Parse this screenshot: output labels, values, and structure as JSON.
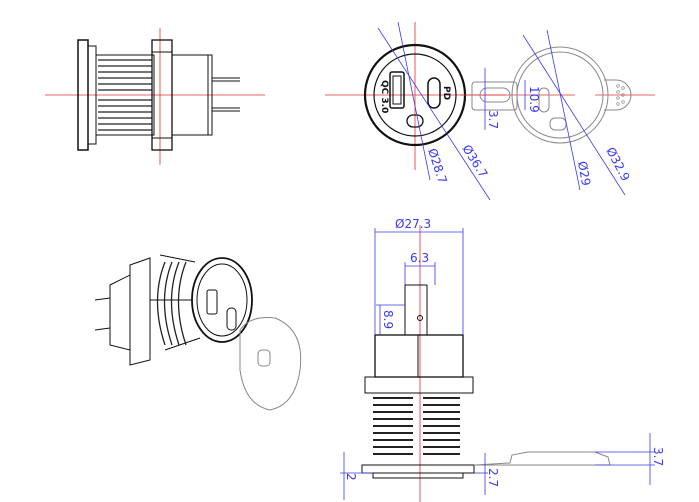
{
  "drawing": {
    "front_view": {
      "qc_label": "QC 3.0",
      "pd_label": "PD"
    },
    "dimensions": {
      "outer_dia": "Ø36.7",
      "inner_dia": "Ø28.7",
      "slot_width": "3.7",
      "slot_length": "10.9",
      "cap_inner_dia": "Ø29",
      "cap_outer_dia": "Ø32.9",
      "thread_dia": "Ø27.3",
      "tab_width": "6.3",
      "tab_height": "8.9",
      "base_height": "2",
      "flange_height": "2.7",
      "cap_thickness": "3.7"
    },
    "colors": {
      "dimension": "#3a3af0",
      "centerline": "#e03030",
      "outline": "#111111",
      "cap": "#888888"
    }
  }
}
